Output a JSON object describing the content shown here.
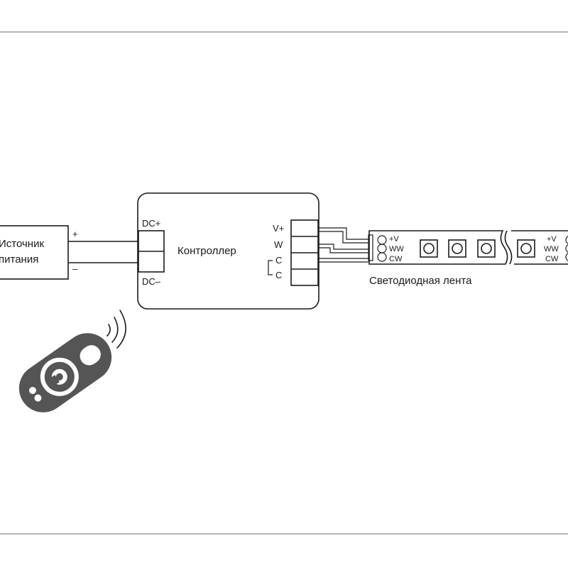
{
  "power_supply": {
    "line1": "Источник",
    "line2": "питания",
    "plus": "+",
    "minus": "–"
  },
  "controller": {
    "title": "Контроллер",
    "in_plus": "DC+",
    "in_minus": "DC–",
    "pins": [
      "V+",
      "W",
      "C",
      "C"
    ]
  },
  "strip": {
    "label": "Светодиодная лента",
    "pins": [
      "+V",
      "WW",
      "CW"
    ]
  },
  "remote": {
    "icon": "remote-control-icon"
  },
  "colors": {
    "line": "#1a1a1a",
    "frame": "#8a8a8a",
    "remote_body": "#555555"
  }
}
